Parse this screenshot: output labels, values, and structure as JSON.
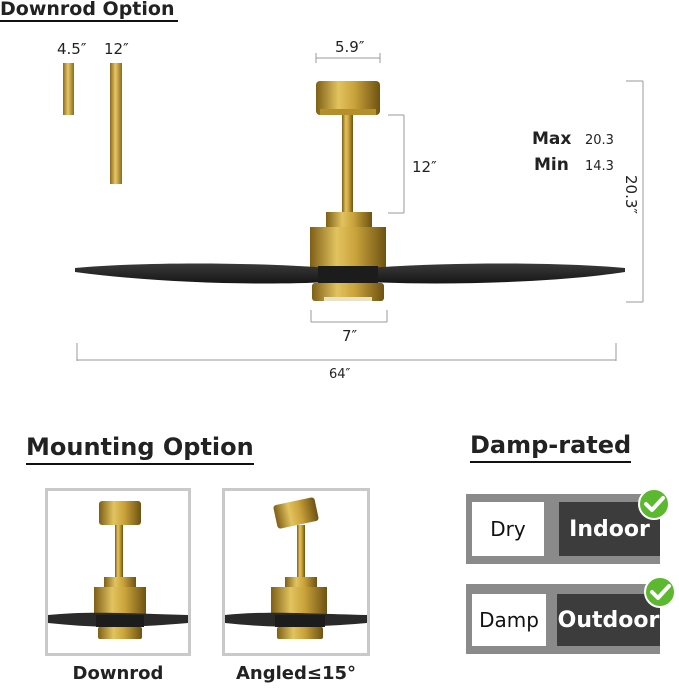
{
  "downrod_option": {
    "title": "Downrod  Option",
    "rod_short_label": "4.5″",
    "rod_long_label": "12″"
  },
  "dimensions": {
    "canopy_width": "5.9″",
    "downrod_length": "12″",
    "housing_width": "7″",
    "blade_span": "64″",
    "total_height": "20.3″"
  },
  "height_specs": {
    "max_label": "Max",
    "max_value": "20.3",
    "min_label": "Min",
    "min_value": "14.3"
  },
  "mounting_option": {
    "title": "Mounting Option",
    "downrod_caption": "Downrod",
    "angled_caption": "Angled≤15°"
  },
  "damp_rated": {
    "title": "Damp-rated",
    "rows": [
      {
        "left": "Dry",
        "right": "Indoor"
      },
      {
        "left": "Damp",
        "right": "Outdoor"
      }
    ]
  },
  "colors": {
    "gold": "#c9a23a",
    "blade": "#2b2b2b",
    "check_green": "#5cb82e"
  }
}
